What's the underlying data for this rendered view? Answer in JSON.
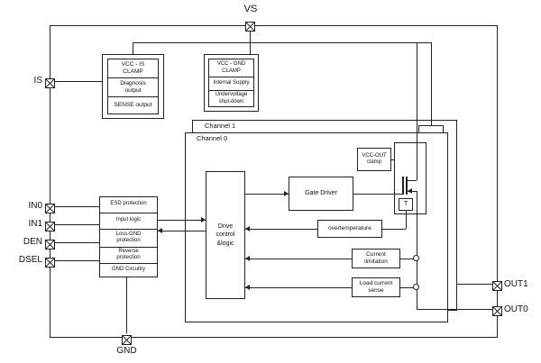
{
  "colors": {
    "line": "#222222",
    "background": "#ffffff"
  },
  "pins": {
    "vs": "VS",
    "is": "IS",
    "in0": "IN0",
    "in1": "IN1",
    "den": "DEN",
    "dsel": "DSEL",
    "gnd": "GND",
    "out1": "OUT1",
    "out0": "OUT0"
  },
  "clamp_is": {
    "title": "VCC - IS\nCLAMP",
    "diagnosis": "Diagnosis\noutput",
    "sense": "SENSE output"
  },
  "clamp_gnd": {
    "title": "VCC - GND\nCLAMP",
    "internal_supply": "Internal Supply",
    "undervoltage": "Undervoltage\nshut-down"
  },
  "channels": {
    "channel1": "Channel 1",
    "channel0": "Channel 0"
  },
  "core": {
    "drive_control": "Drive\ncontrol\n&logic",
    "gate_driver": "Gate Driver",
    "vcc_out_clamp": "VCC-OUT\nclamp",
    "overtemperature": "overtemperature",
    "current_limitation": "Current\nlimitation",
    "load_current_sense": "Load current\nsense",
    "temp_sensor": "T"
  },
  "input_block": {
    "esd": "ESD protection",
    "input_logic": "Input logic",
    "loss_gnd": "Loss-GND\nprotection",
    "reverse": "Reverse\nprotection",
    "gnd_circuitry": "GND Circuitry"
  }
}
